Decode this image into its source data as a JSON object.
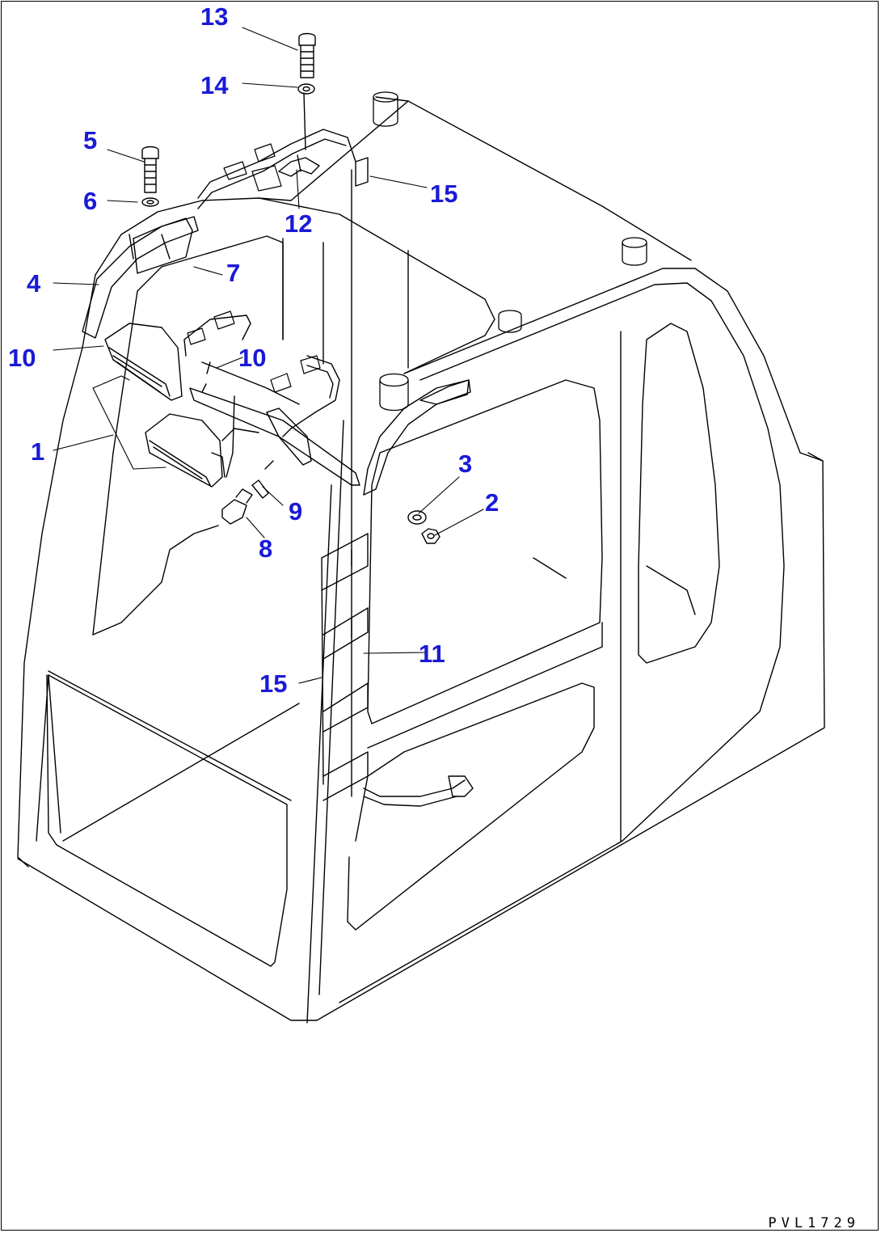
{
  "diagram": {
    "drawing_code": "PVL1729",
    "line_color": "#000000",
    "label_color": "#1a1ad6",
    "part_labels": [
      {
        "id": "13",
        "text": "13"
      },
      {
        "id": "14",
        "text": "14"
      },
      {
        "id": "5",
        "text": "5"
      },
      {
        "id": "6",
        "text": "6"
      },
      {
        "id": "15a",
        "text": "15"
      },
      {
        "id": "12",
        "text": "12"
      },
      {
        "id": "4",
        "text": "4"
      },
      {
        "id": "7",
        "text": "7"
      },
      {
        "id": "10a",
        "text": "10"
      },
      {
        "id": "10b",
        "text": "10"
      },
      {
        "id": "1",
        "text": "1"
      },
      {
        "id": "3",
        "text": "3"
      },
      {
        "id": "2",
        "text": "2"
      },
      {
        "id": "9",
        "text": "9"
      },
      {
        "id": "8",
        "text": "8"
      },
      {
        "id": "11",
        "text": "11"
      },
      {
        "id": "15b",
        "text": "15"
      }
    ]
  }
}
